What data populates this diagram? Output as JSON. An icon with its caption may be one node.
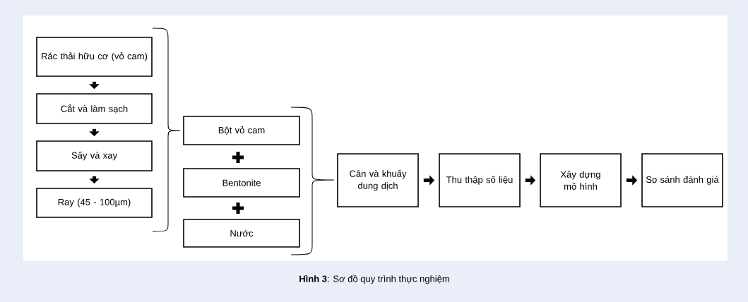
{
  "diagram": {
    "caption": "**Hình 3**: Sơ đồ quy trình thực nghiệm",
    "nodes": [
      {
        "text": [
          "Rác thải hữu cơ (vỏ cam)"
        ]
      },
      {
        "text": [
          "Cắt và làm sạch"
        ]
      },
      {
        "text": [
          "Sấy và xay"
        ]
      },
      {
        "text": [
          "Ray (45 - 100µm)"
        ]
      },
      {
        "text": [
          "Bột vỏ cam"
        ]
      },
      {
        "text": [
          "Bentonite"
        ]
      },
      {
        "text": [
          "Nước"
        ]
      },
      {
        "text": [
          "Cân và khuấy dung dịch"
        ]
      },
      {
        "text": [
          "Thu thập số liệu"
        ]
      },
      {
        "text": [
          "Xây dựng mô hình"
        ]
      },
      {
        "text": [
          "So sánh đánh giá"
        ]
      }
    ],
    "edges": [
      {
        "from": 0,
        "to": 1,
        "arrow": "to"
      },
      {
        "from": 1,
        "to": 2,
        "arrow": "to"
      },
      {
        "from": 2,
        "to": 3,
        "arrow": "to"
      },
      {
        "from": 7,
        "to": 8,
        "arrow": "to"
      },
      {
        "from": 8,
        "to": 9,
        "arrow": "to"
      },
      {
        "from": 9,
        "to": 10,
        "arrow": "to"
      }
    ]
  }
}
